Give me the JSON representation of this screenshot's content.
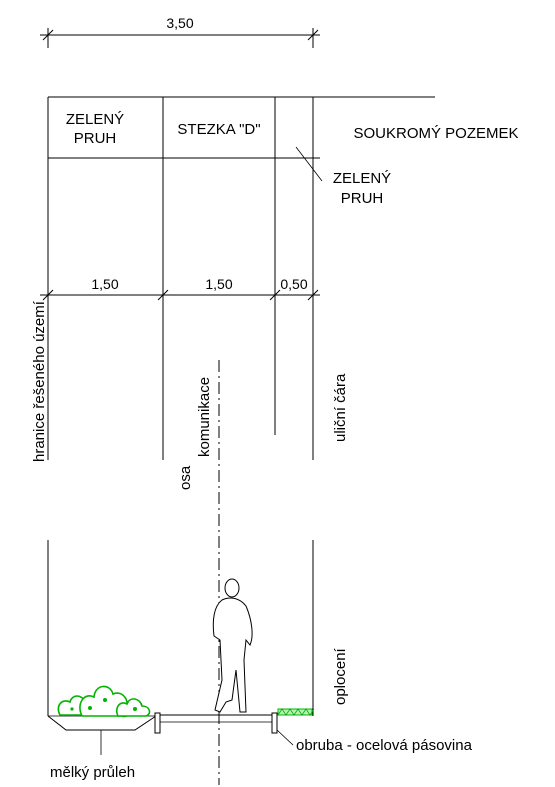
{
  "dimensions": {
    "overall": "3,50",
    "green_strip": "1,50",
    "path": "1,50",
    "edge": "0,50"
  },
  "zones": {
    "green_strip_line1": "ZELENÝ",
    "green_strip_line2": "PRUH",
    "path": "STEZKA \"D\"",
    "private_land": "SOUKROMÝ POZEMEK",
    "green_edge_line1": "ZELENÝ",
    "green_edge_line2": "PRUH"
  },
  "vertical_labels": {
    "area_boundary": "hranice řešeného území",
    "axis_line1": "osa",
    "axis_line2": "komunikace",
    "street_line": "uliční čára",
    "fence": "oplocení"
  },
  "callouts": {
    "swale": "mělký průleh",
    "curb": "obruba - ocelová pásovina"
  },
  "colors": {
    "line": "#000000",
    "vegetation": "#00b400",
    "hedge_fill": "#b8f0b8"
  }
}
